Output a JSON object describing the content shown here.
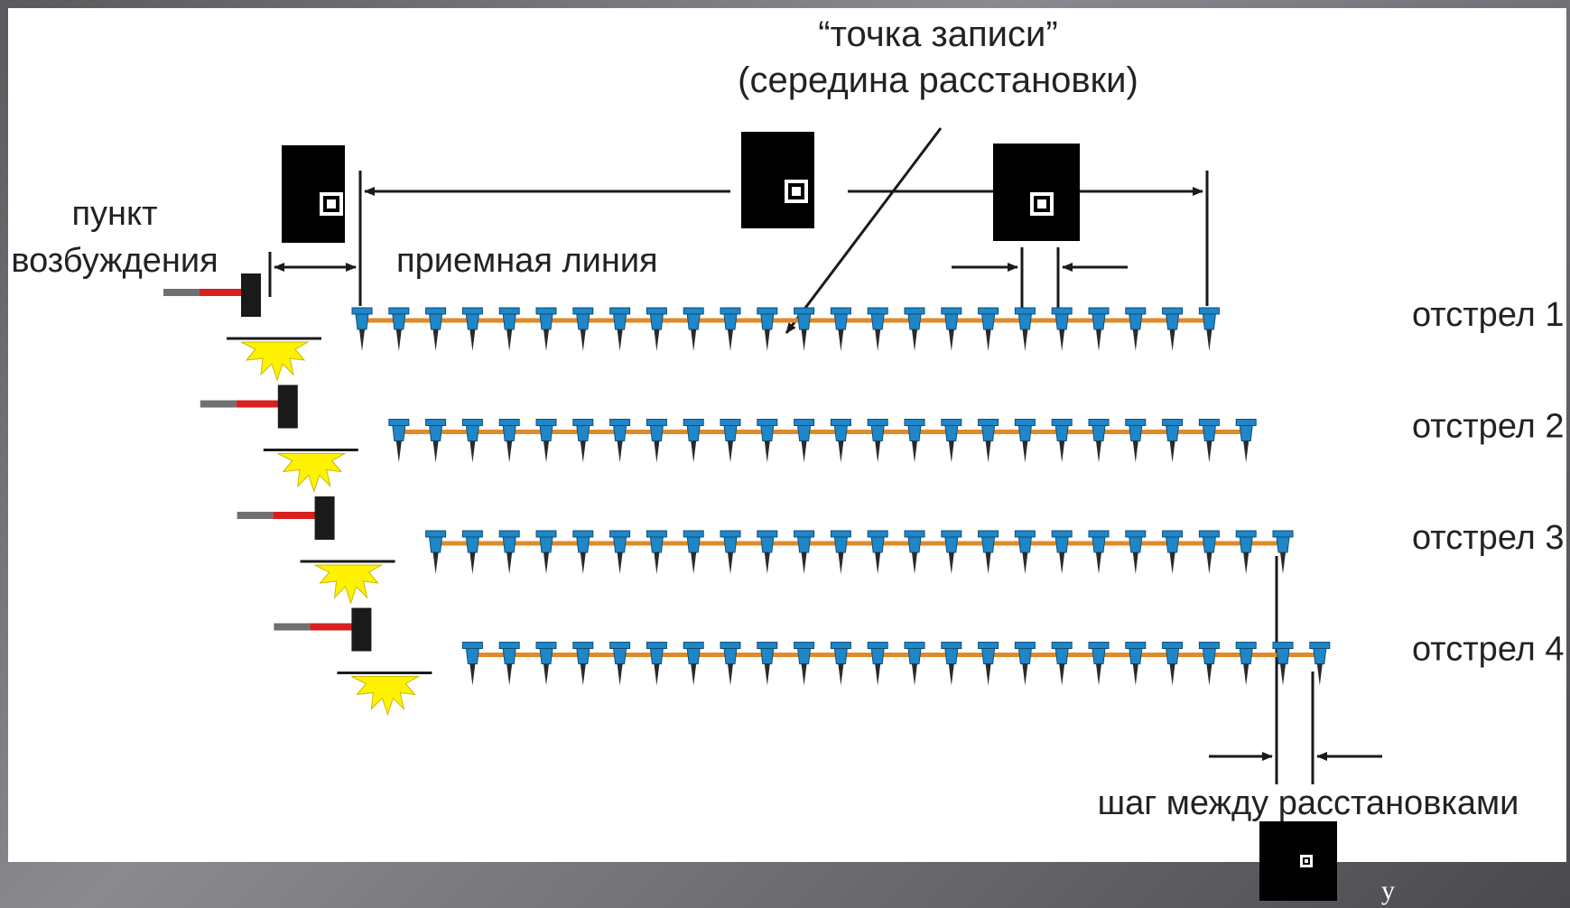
{
  "labels": {
    "recording_point_line1": "“точка записи”",
    "recording_point_line2": "(середина расстановки)",
    "source_line1": "пункт",
    "source_line2": "возбуждения",
    "receiver_line": "приемная линия",
    "step_between": "шаг между расстановками",
    "footer_char": "у"
  },
  "shots": [
    {
      "label": "отстрел 1",
      "geophones": 24
    },
    {
      "label": "отстрел 2",
      "geophones": 24
    },
    {
      "label": "отстрел 3",
      "geophones": 24
    },
    {
      "label": "отстрел 4",
      "geophones": 24
    }
  ],
  "colors": {
    "geophone": "#1f86c8",
    "cable": "#e08a2a",
    "hammer_head": "#1a1a1a",
    "hammer_handle_red": "#d92020",
    "hammer_handle_grey": "#707070",
    "flash": "#fff200",
    "dimension": "#1a1a1a"
  },
  "icons": {
    "geophone": "geophone-icon",
    "hammer": "sledgehammer-icon",
    "flash": "impact-flash-icon",
    "marker": "black-square-marker-icon"
  }
}
